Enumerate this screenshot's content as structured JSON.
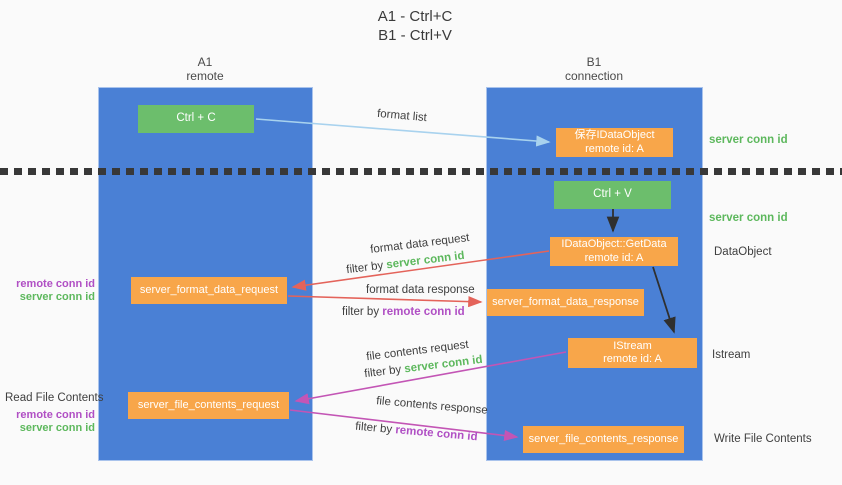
{
  "title": {
    "line1": "A1 - Ctrl+C",
    "line2": "B1 - Ctrl+V"
  },
  "columns": {
    "a": {
      "id": "A1",
      "name": "remote"
    },
    "b": {
      "id": "B1",
      "name": "connection"
    }
  },
  "nodes": {
    "ctrl_c": "Ctrl + C",
    "ctrl_v": "Ctrl + V",
    "save_dataobject": {
      "line1": "保存IDataObject",
      "line2": "remote id: A"
    },
    "getdata": {
      "line1": "IDataObject::GetData",
      "line2": "remote id: A"
    },
    "istream": {
      "line1": "IStream",
      "line2": "remote id: A"
    },
    "server_format_data_request": "server_format_data_request",
    "server_format_data_response": "server_format_data_response",
    "server_file_contents_request": "server_file_contents_request",
    "server_file_contents_response": "server_file_contents_response"
  },
  "arrow_labels": {
    "format_list": "format list",
    "format_data_request": "format data request",
    "format_data_response": "format data response",
    "file_contents_request": "file contents request",
    "file_contents_response": "file contents response",
    "filter_by": "filter by ",
    "server_conn_id": "server conn id",
    "remote_conn_id": "remote conn id"
  },
  "side_labels": {
    "left": {
      "remote_conn_id": "remote conn id",
      "server_conn_id": "server conn id",
      "read_file_contents": "Read File Contents"
    },
    "right": {
      "server_conn_id_top": "server conn id",
      "server_conn_id_mid": "server conn id",
      "dataobject": "DataObject",
      "istream": "Istream",
      "write_file_contents": "Write File Contents"
    }
  },
  "colors": {
    "bg": "#fafafa",
    "column_blue": "#4a80d5",
    "green_box": "#6cbe6c",
    "orange_box": "#f8a64a",
    "green_text": "#5db85d",
    "purple_text": "#b04fc4",
    "red_arrow": "#e4635a",
    "magenta_arrow": "#c355b5",
    "lightblue_arrow": "#a8d2ee",
    "black_arrow": "#2f2f2f",
    "dash": "#383838",
    "dark_text": "#3d3d3d"
  }
}
